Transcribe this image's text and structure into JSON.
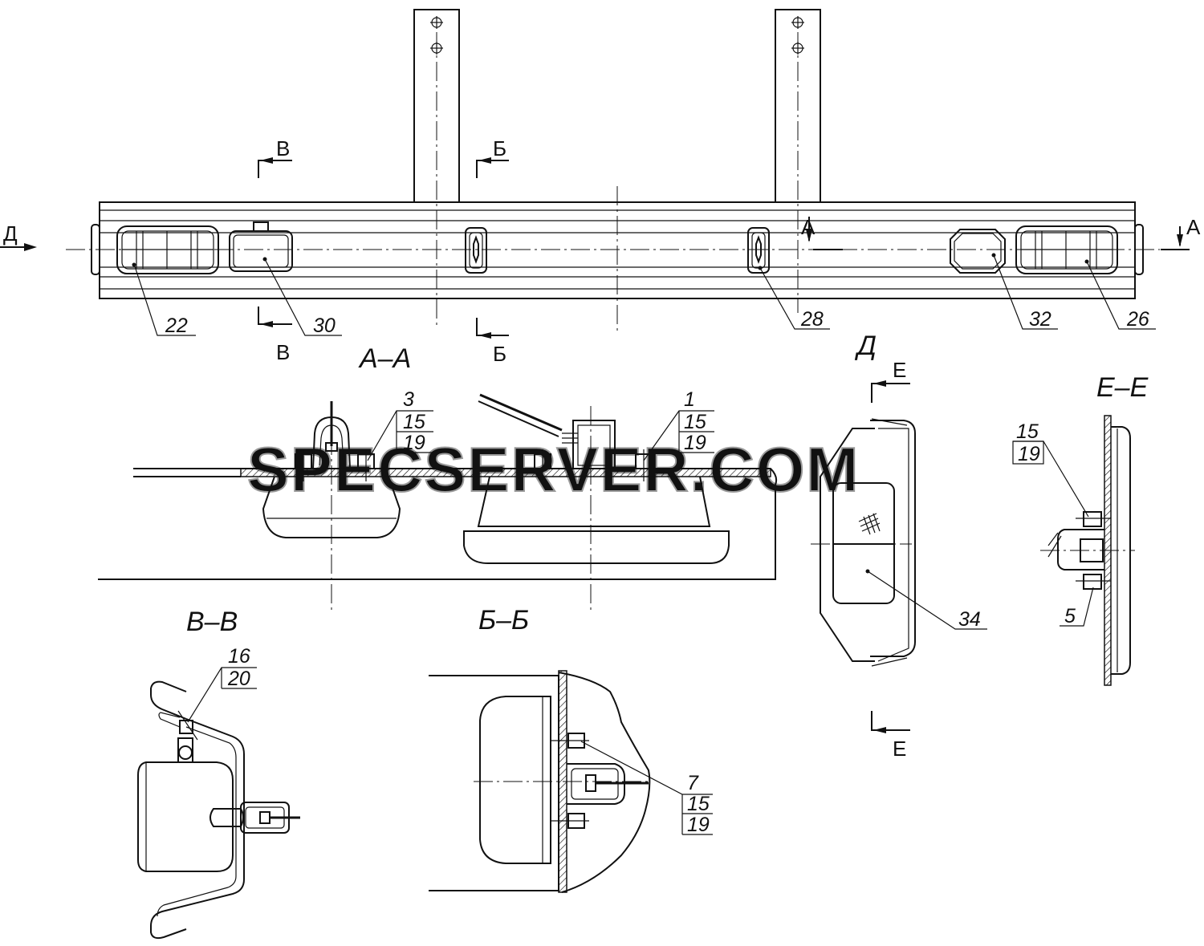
{
  "watermark": "SPECSERVER.COM",
  "views": {
    "d_arrow_left": "Д",
    "a_marker": "А",
    "a_marker_right": "А",
    "v_top": "В",
    "v_bottom": "В",
    "b_top": "Б",
    "b_bottom": "Б",
    "view_d": "Д",
    "e_top": "Е",
    "e_bottom": "Е"
  },
  "section_titles": {
    "aa": "А–А",
    "vv": "В–В",
    "bb": "Б–Б",
    "ee": "Е–Е"
  },
  "callouts": {
    "p22": "22",
    "p30": "30",
    "p28": "28",
    "p32": "32",
    "p26": "26",
    "aa_left": [
      "3",
      "15",
      "19"
    ],
    "aa_right": [
      "1",
      "15",
      "19"
    ],
    "vv": [
      "16",
      "20"
    ],
    "bb": [
      "7",
      "15",
      "19"
    ],
    "ee_top": [
      "15",
      "19"
    ],
    "ee_bottom": "5",
    "d_view": "34"
  }
}
